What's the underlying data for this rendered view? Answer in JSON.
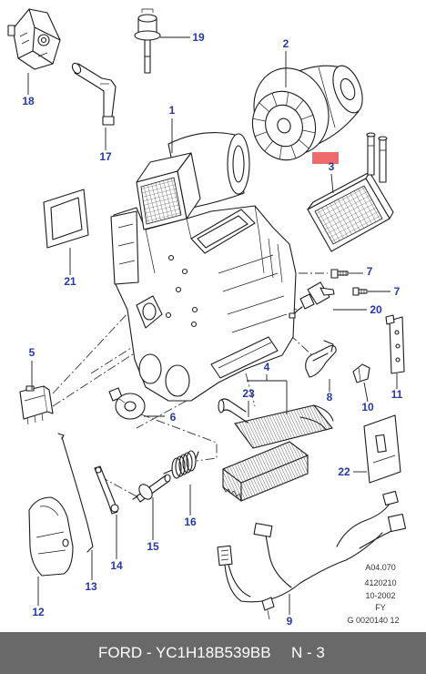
{
  "callouts": [
    "19",
    "2",
    "18",
    "1",
    "17",
    "3",
    "7",
    "7",
    "21",
    "20",
    "5",
    "4",
    "23",
    "8",
    "10",
    "11",
    "6",
    "22",
    "16",
    "15",
    "14",
    "13",
    "12",
    "9"
  ],
  "reference": [
    "A04.070",
    "4120210",
    "10-2002",
    "FY",
    "G 0020140 12"
  ],
  "footer": {
    "part_number": "FORD - YC1H18B539BB",
    "page": "N - 3"
  },
  "colors": {
    "callout": "#2638a3",
    "highlight_marker": "#ef6b6b",
    "footer_background": "#696969",
    "footer_text": "#ffffff",
    "reference_text": "#333333"
  }
}
